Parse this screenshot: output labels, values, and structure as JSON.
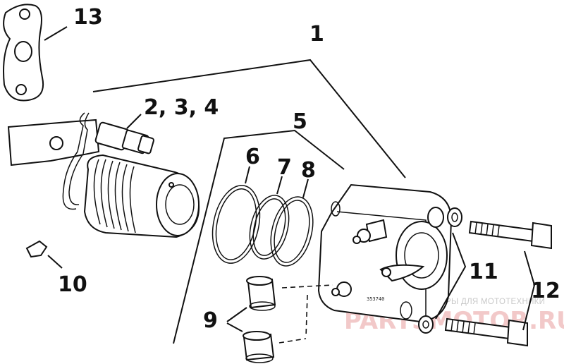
{
  "callouts": {
    "c1": "1",
    "c234": "2, 3, 4",
    "c5": "5",
    "c6": "6",
    "c7": "7",
    "c8": "8",
    "c9": "9",
    "c10": "10",
    "c11": "11",
    "c12": "12",
    "c13": "13"
  },
  "stamp": "353740",
  "watermark": {
    "caption": "ЗАПЧАСТИ И АКСЕССУАРЫ ДЛЯ МОТОТЕХНИКИ",
    "brand": "PARTSMOTOR.RU"
  },
  "colors": {
    "line": "#111111",
    "watermark_text": "#c9c9c9",
    "watermark_brand": "#f2c9c9"
  }
}
